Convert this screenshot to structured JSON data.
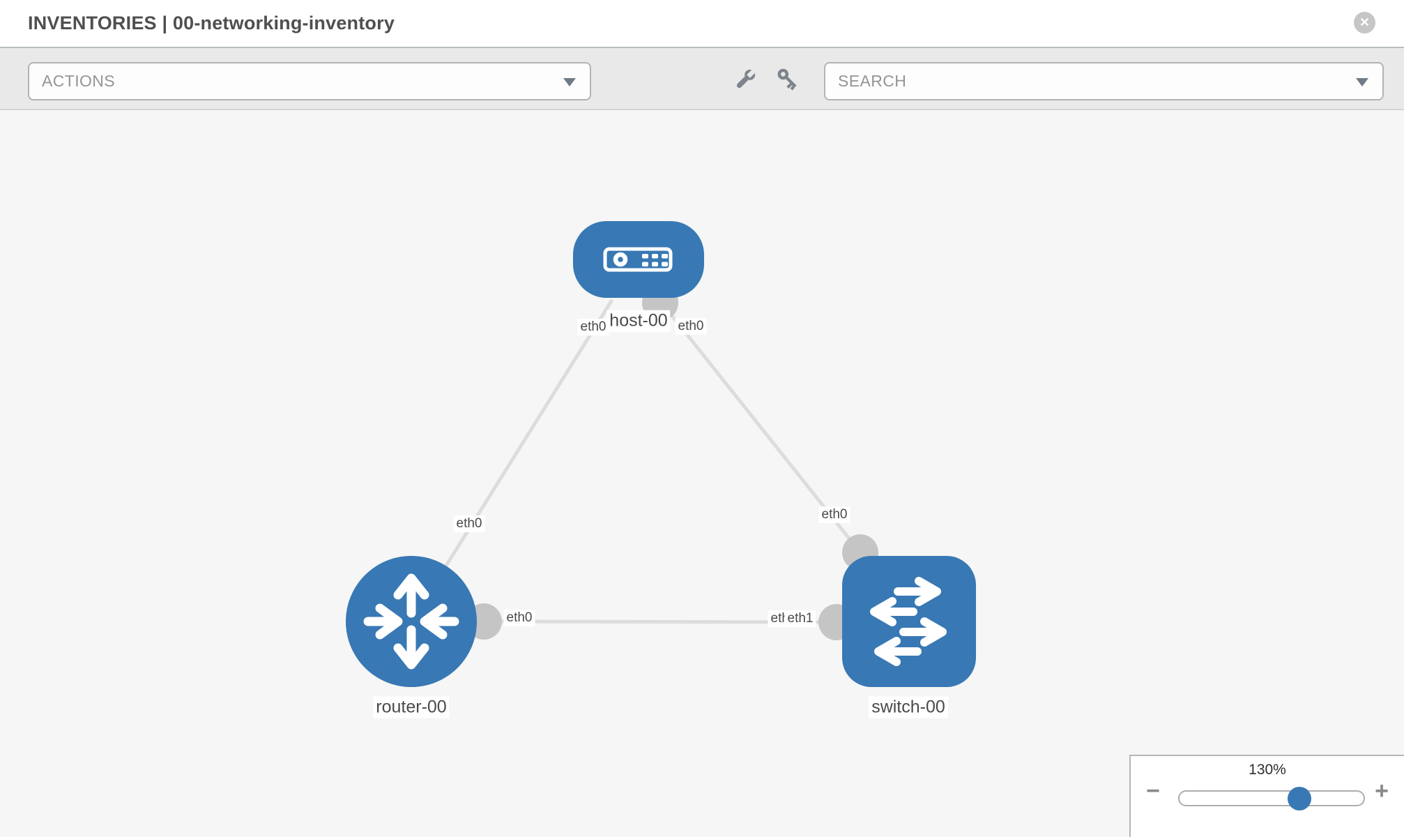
{
  "header": {
    "title": "INVENTORIES | 00-networking-inventory",
    "close_icon": "x-circle-icon"
  },
  "toolbar": {
    "actions_dropdown": {
      "label": "ACTIONS",
      "caret_icon": "chevron-down-icon"
    },
    "tools": [
      {
        "icon": "wrench-icon"
      },
      {
        "icon": "key-icon"
      }
    ],
    "search_dropdown": {
      "placeholder": "SEARCH",
      "caret_icon": "chevron-down-icon"
    }
  },
  "topology": {
    "nodes": [
      {
        "id": "host-00",
        "label": "host-00",
        "type": "host",
        "icon": "host-device-icon"
      },
      {
        "id": "router-00",
        "label": "router-00",
        "type": "router",
        "icon": "router-arrows-icon"
      },
      {
        "id": "switch-00",
        "label": "switch-00",
        "type": "switch",
        "icon": "switch-arrows-icon"
      }
    ],
    "links": [
      {
        "from": "host-00",
        "from_interface": "eth0",
        "to": "router-00",
        "to_interface": "eth0"
      },
      {
        "from": "host-00",
        "from_interface": "eth0",
        "to": "switch-00",
        "to_interface": "eth0"
      },
      {
        "from": "router-00",
        "from_interface": "eth0",
        "to": "switch-00",
        "to_interface": "eth1",
        "occluded_label": "eth0"
      }
    ]
  },
  "zoom_control": {
    "value_label": "130%",
    "percent": 130,
    "zoom_out_icon": "minus-icon",
    "zoom_in_icon": "plus-icon"
  },
  "colors": {
    "node_blue": "#3878b4",
    "link_gray": "#dcdcdc",
    "connector_gray": "#c5c5c5",
    "canvas_bg": "#f5f6f5",
    "toolbar_bg": "#e9e9e9"
  }
}
